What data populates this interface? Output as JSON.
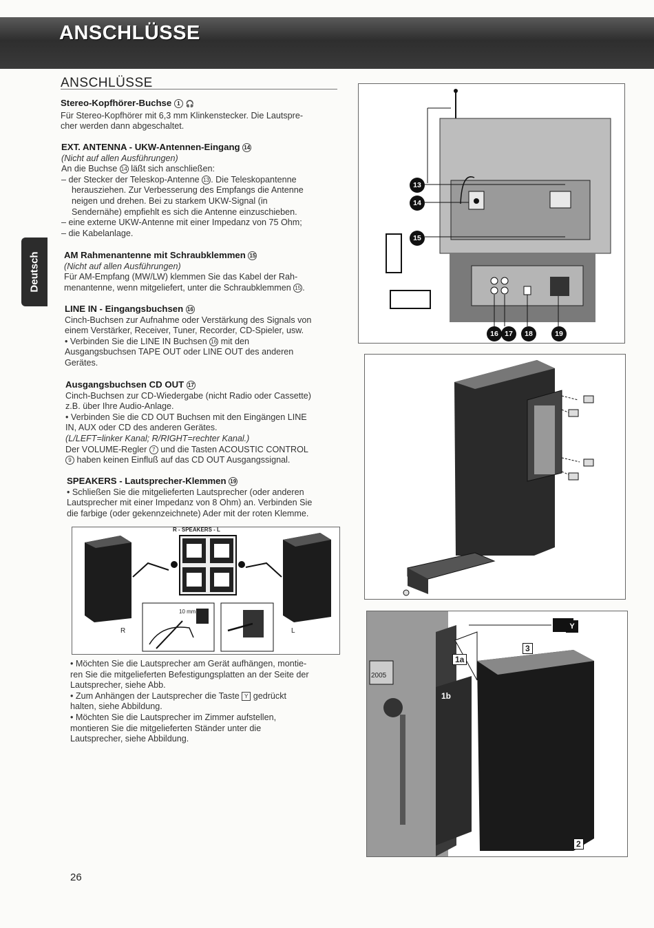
{
  "banner": {
    "title": "ANSCHLÜSSE"
  },
  "section": {
    "title": "ANSCHLÜSSE"
  },
  "side_tab": {
    "label": "Deutsch"
  },
  "headphones": {
    "heading": "Stereo-Kopfhörer-Buchse",
    "ref": "1",
    "symbol": "🎧",
    "lines": [
      "Für Stereo-Kopfhörer mit 6,3 mm Klinkenstecker. Die Lautspre-",
      "cher werden dann abgeschaltet."
    ]
  },
  "antenna": {
    "heading": "EXT. ANTENNA - UKW-Antennen-Eingang",
    "ref": "14",
    "note": "(Nicht auf allen Ausführungen)",
    "intro_a": "An die Buchse",
    "intro_ref": "14",
    "intro_b": "läßt sich anschließen:",
    "item1_a": "– der Stecker der Teleskop-Antenne",
    "item1_ref": "13",
    "item1_b": ". Die Teleskopantenne",
    "item1_lines": [
      "herausziehen. Zur Verbesserung des Empfangs die Antenne",
      "neigen und drehen. Bei zu starkem UKW-Signal (in",
      "Sendernähe) empfiehlt es sich die Antenne einzuschieben."
    ],
    "item2": "– eine externe UKW-Antenne mit einer Impedanz von 75 Ohm;",
    "item3": "– die Kabelanlage."
  },
  "am": {
    "heading": "AM Rahmenantenne mit Schraubklemmen",
    "ref": "15",
    "note": "(Nicht auf allen Ausführungen)",
    "line1": "Für AM-Empfang (MW/LW) klemmen Sie das Kabel der Rah-",
    "line2_a": "menantenne, wenn mitgeliefert, unter die Schraubklemmen",
    "line2_ref": "15",
    "line2_b": "."
  },
  "line_in": {
    "heading": "LINE IN - Eingangsbuchsen",
    "ref": "16",
    "lines": [
      "Cinch-Buchsen zur Aufnahme oder Verstärkung des Signals von",
      "einem Verstärker, Receiver, Tuner, Recorder, CD-Spieler, usw."
    ],
    "bullet_a": "• Verbinden Sie die LINE IN Buchsen",
    "bullet_ref": "16",
    "bullet_b": "mit den",
    "bullet_lines": [
      "Ausgangsbuchsen TAPE OUT oder LINE OUT des anderen",
      "Gerätes."
    ]
  },
  "cd_out": {
    "heading": "Ausgangsbuchsen CD OUT",
    "ref": "17",
    "lines": [
      "Cinch-Buchsen zur CD-Wiedergabe (nicht Radio oder Cassette)",
      "z.B. über Ihre Audio-Anlage.",
      "• Verbinden Sie die CD OUT Buchsen mit den Eingängen LINE",
      "IN, AUX oder CD des anderen Gerätes."
    ],
    "note": "(L/LEFT=linker Kanal; R/RIGHT=rechter Kanal.)",
    "vol_a": "Der VOLUME-Regler",
    "vol_ref": "7",
    "vol_b": "und die Tasten ACOUSTIC CONTROL",
    "vol2_ref": "9",
    "vol2_b": "haben keinen Einfluß auf das CD OUT Ausgangssignal."
  },
  "speakers": {
    "heading": "SPEAKERS - Lautsprecher-Klemmen",
    "ref": "19",
    "lines": [
      "• Schließen Sie die mitgelieferten Lautsprecher (oder anderen",
      "Lautsprecher mit einer Impedanz von 8 Ohm) an. Verbinden Sie",
      "die farbige (oder gekennzeichnete) Ader mit der roten Klemme."
    ]
  },
  "speaker_figure": {
    "header": "R - SPEAKERS - L",
    "left": "R",
    "right": "L",
    "mm": "10 mm"
  },
  "mounting": {
    "bullet1": [
      "• Möchten Sie die Lautsprecher am Gerät aufhängen, montie-",
      "ren Sie die mitgelieferten Befestigungsplatten an der Seite der",
      "Lautsprecher, siehe Abb."
    ],
    "bullet2_a": "• Zum Anhängen der Lautsprecher die Taste",
    "bullet2_key": "Y",
    "bullet2_b": "gedrückt",
    "bullet2_line2": "halten, siehe Abbildung.",
    "bullet3": [
      "• Möchten Sie die Lautsprecher im Zimmer aufstellen,",
      "montieren Sie die mitgelieferten Ständer unter die",
      "Lautsprecher, siehe Abbildung."
    ]
  },
  "rear_figure": {
    "callouts": [
      "13",
      "14",
      "15",
      "16",
      "17",
      "18",
      "19"
    ]
  },
  "hang_figure": {
    "labels": [
      "Y",
      "3",
      "1a",
      "1b",
      "2"
    ],
    "display": "2005"
  },
  "page": {
    "number": "26"
  },
  "colors": {
    "banner": "#3a3a3a",
    "text": "#2a2a2a",
    "callout": "#111111"
  }
}
